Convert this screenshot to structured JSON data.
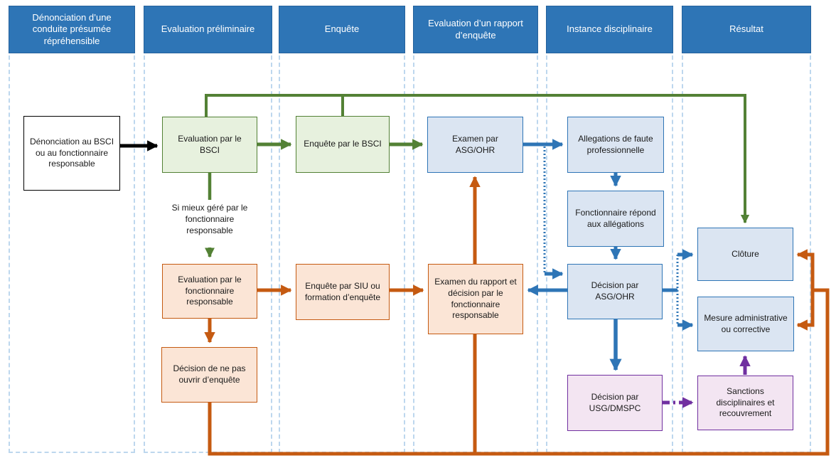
{
  "diagram": {
    "title_hint": "Processus disciplinaire (swimlane flowchart)",
    "lanes": [
      {
        "label": "Dénonciation d’une conduite présumée répréhensible"
      },
      {
        "label": "Evaluation préliminaire"
      },
      {
        "label": "Enquête"
      },
      {
        "label": "Evaluation d’un rapport d’enquête"
      },
      {
        "label": "Instance disciplinaire"
      },
      {
        "label": "Résultat"
      }
    ],
    "nodes": [
      {
        "id": "denonciation",
        "label": "Dénonciation au BSCI ou au fonctionnaire responsable",
        "color": "white"
      },
      {
        "id": "evaluation-bsci",
        "label": "Evaluation par le BSCI",
        "color": "green"
      },
      {
        "id": "enquete-bsci",
        "label": "Enquête par le BSCI",
        "color": "green"
      },
      {
        "id": "examen-asg-ohr",
        "label": "Examen par ASG/OHR",
        "color": "blue"
      },
      {
        "id": "allegations",
        "label": "Allegations de faute professionnelle",
        "color": "blue"
      },
      {
        "id": "fonctionnaire-repond",
        "label": "Fonctionnaire répond aux allégations",
        "color": "blue"
      },
      {
        "id": "decision-asg-ohr",
        "label": "Décision par ASG/OHR",
        "color": "blue"
      },
      {
        "id": "cloture",
        "label": "Clôture",
        "color": "blue"
      },
      {
        "id": "mesure-administrative",
        "label": "Mesure administrative ou corrective",
        "color": "blue"
      },
      {
        "id": "evaluation-fonctionnaire",
        "label": "Evaluation par le fonctionnaire responsable",
        "color": "orange"
      },
      {
        "id": "enquete-siu",
        "label": "Enquête par SIU ou formation d’enquête",
        "color": "orange"
      },
      {
        "id": "examen-rapport",
        "label": "Examen du rapport et décision par le fonctionnaire responsable",
        "color": "orange"
      },
      {
        "id": "decision-ne-pas-ouvrir",
        "label": "Décision de ne pas ouvrir d’enquête",
        "color": "orange"
      },
      {
        "id": "decision-usg-dmspc",
        "label": "Décision par USG/DMSPC",
        "color": "purple"
      },
      {
        "id": "sanctions",
        "label": "Sanctions disciplinaires et recouvrement",
        "color": "purple"
      }
    ],
    "annotations": [
      {
        "id": "si-mieux",
        "label": "Si mieux géré par le fonctionnaire responsable"
      }
    ],
    "colors": {
      "header_bg": "#2E75B6",
      "lane_border_dashed": "#BDD7EE",
      "green_fill": "#E7F1DE",
      "green_stroke": "#538135",
      "blue_fill": "#DBE5F2",
      "blue_stroke": "#2E75B6",
      "orange_fill": "#FBE5D6",
      "orange_stroke": "#C55A11",
      "purple_fill": "#F3E5F2",
      "purple_stroke": "#7030A0",
      "black_stroke": "#000000"
    }
  }
}
